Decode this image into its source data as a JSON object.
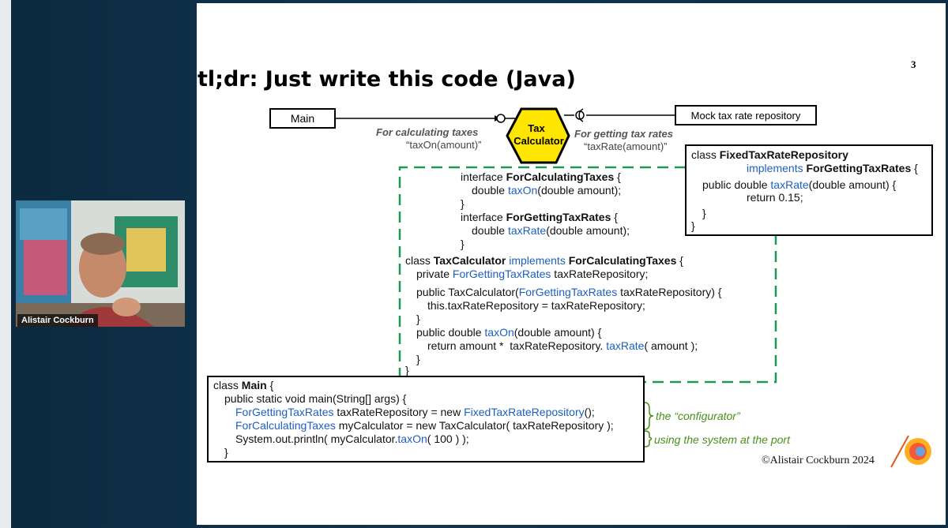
{
  "slide": {
    "title": "tl;dr: Just write this code (Java)",
    "page_number": "3",
    "diagram": {
      "main_box": "Main",
      "hexagon_line1": "Tax",
      "hexagon_line2": "Calculator",
      "mock_box": "Mock tax rate repository",
      "left_port_label": "For calculating taxes",
      "left_port_call": "“taxOn(amount)”",
      "right_port_label": "For getting tax rates",
      "right_port_call": "“taxRate(amount)”"
    },
    "fixed_repo": {
      "l1a": "class ",
      "l1b": "FixedTaxRateRepository",
      "l2a": "implements ",
      "l2b": "ForGettingTaxRates",
      "l2c": " {",
      "l3a": "public double ",
      "l3b": "taxRate",
      "l3c": "(double amount) {",
      "l4": "return 0.15;",
      "l5": "}",
      "l6": "}"
    },
    "tax_calc": {
      "i1a": "interface ",
      "i1b": "ForCalculatingTaxes",
      "i1c": " {",
      "i2a": "double ",
      "i2b": "taxOn",
      "i2c": "(double amount);",
      "i3": "}",
      "i4a": "interface ",
      "i4b": "ForGettingTaxRates",
      "i4c": " {",
      "i5a": "double ",
      "i5b": "taxRate",
      "i5c": "(double amount);",
      "i6": "}",
      "c1a": "class ",
      "c1b": "TaxCalculator",
      "c1c": " implements ",
      "c1d": "ForCalculatingTaxes",
      "c1e": " {",
      "c2a": "private ",
      "c2b": "ForGettingTaxRates",
      "c2c": " taxRateRepository;",
      "c3a": "public TaxCalculator(",
      "c3b": "ForGettingTaxRates",
      "c3c": " taxRateRepository) {",
      "c4": "this.taxRateRepository = taxRateRepository;",
      "c5": "}",
      "c6a": "public double ",
      "c6b": "taxOn",
      "c6c": "(double amount) {",
      "c7a": "return amount *  taxRateRepository. ",
      "c7b": "taxRate",
      "c7c": "( amount );",
      "c8": "}",
      "c9": "}"
    },
    "main_code": {
      "m1a": "class ",
      "m1b": "Main",
      "m1c": " {",
      "m2": "public static void main(String[] args) {",
      "m3a": "ForGettingTaxRates",
      "m3b": " taxRateRepository = new ",
      "m3c": "FixedTaxRateRepository",
      "m3d": "();",
      "m4a": "ForCalculatingTaxes",
      "m4b": " myCalculator = new TaxCalculator( taxRateRepository );",
      "m5a": "System.out.println( myCalculator.",
      "m5b": "taxOn",
      "m5c": "( 100 ) );",
      "m6": "}"
    },
    "annotation_configurator": "the “configurator”",
    "annotation_using": "using the system at the port",
    "copyright": "©Alistair Cockburn 2024"
  },
  "participant": {
    "name": "Alistair Cockburn"
  },
  "colors": {
    "keyword_blue": "#1f5fbf",
    "hexagon_yellow": "#ffe600",
    "dashed_green": "#1e9a55",
    "annotation_green": "#4a8f1a"
  }
}
